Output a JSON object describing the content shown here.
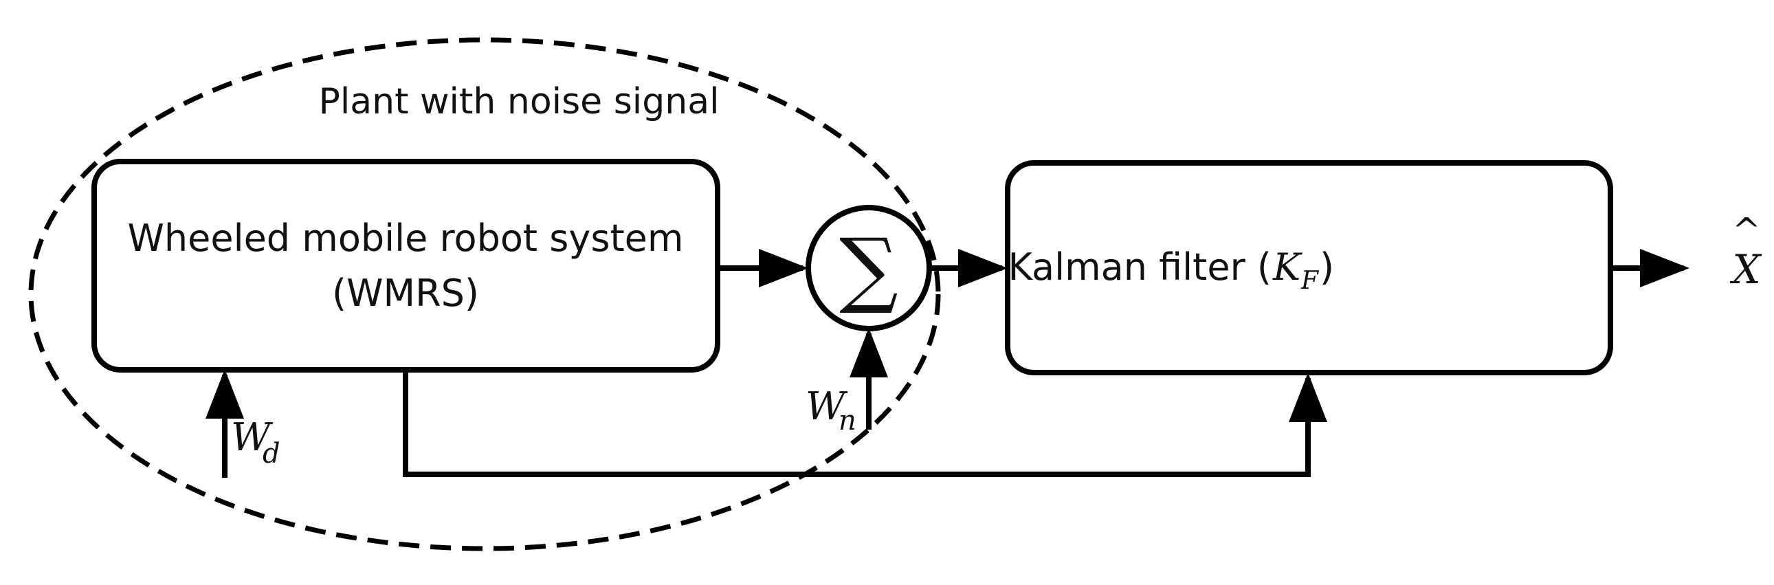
{
  "region": {
    "label": "Plant with noise signal"
  },
  "plant_block": {
    "line1": "Wheeled mobile robot system",
    "line2": "(WMRS)"
  },
  "summing_junction": {
    "symbol": "∑"
  },
  "filter_block": {
    "text": "Kalman filter (",
    "var": "K",
    "var_sub": "F",
    "close": ")"
  },
  "output": {
    "symbol": "X",
    "hat": "^"
  },
  "disturbance": {
    "var": "W",
    "sub": "d"
  },
  "noise": {
    "var": "W",
    "sub": "n"
  }
}
